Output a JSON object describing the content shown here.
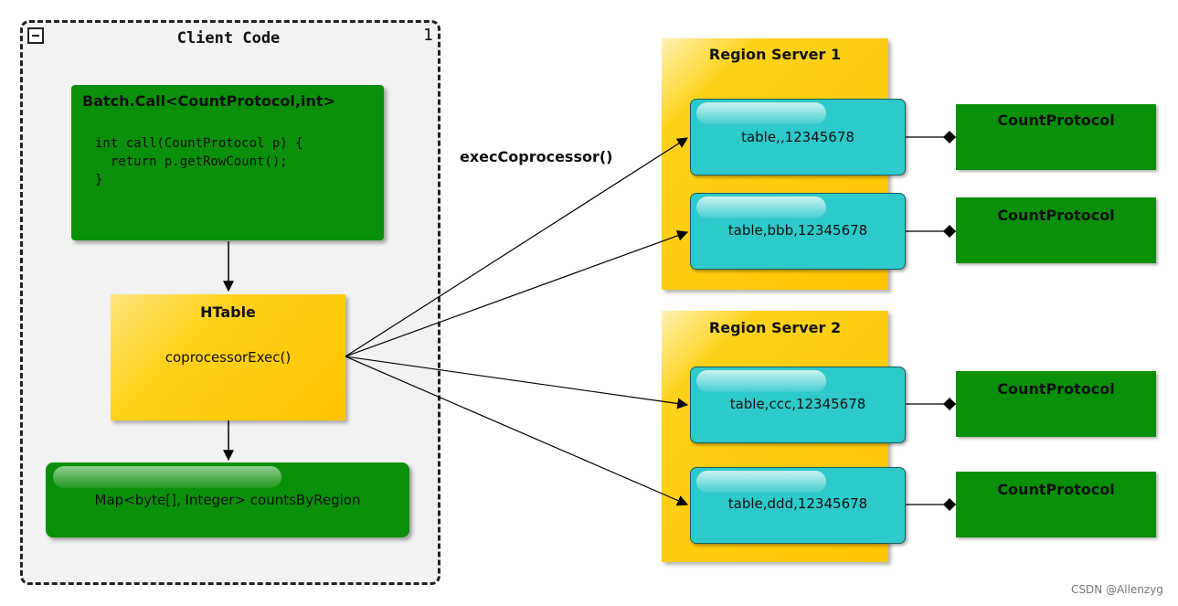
{
  "client": {
    "title": "Client Code",
    "corner_number": "1",
    "batch_title": "Batch.Call<CountProtocol,int>",
    "code_lines": [
      "int call(CountProtocol p) {",
      "  return p.getRowCount();",
      "}"
    ],
    "htable_title": "HTable",
    "htable_method": "coprocessorExec()",
    "map_label": "Map<byte[], Integer> countsByRegion"
  },
  "exec_label": "execCoprocessor()",
  "region_servers": [
    {
      "title": "Region Server 1",
      "tables": [
        "table,,12345678",
        "table,bbb,12345678"
      ]
    },
    {
      "title": "Region Server 2",
      "tables": [
        "table,ccc,12345678",
        "table,ddd,12345678"
      ]
    }
  ],
  "protocol_label": "CountProtocol",
  "watermark": "CSDN @Allenzyg",
  "colors": {
    "green": "#0a8f0a",
    "yellow": "#ffc400",
    "cyan": "#2ec9c9",
    "frame_bg": "#f2f2f2"
  }
}
